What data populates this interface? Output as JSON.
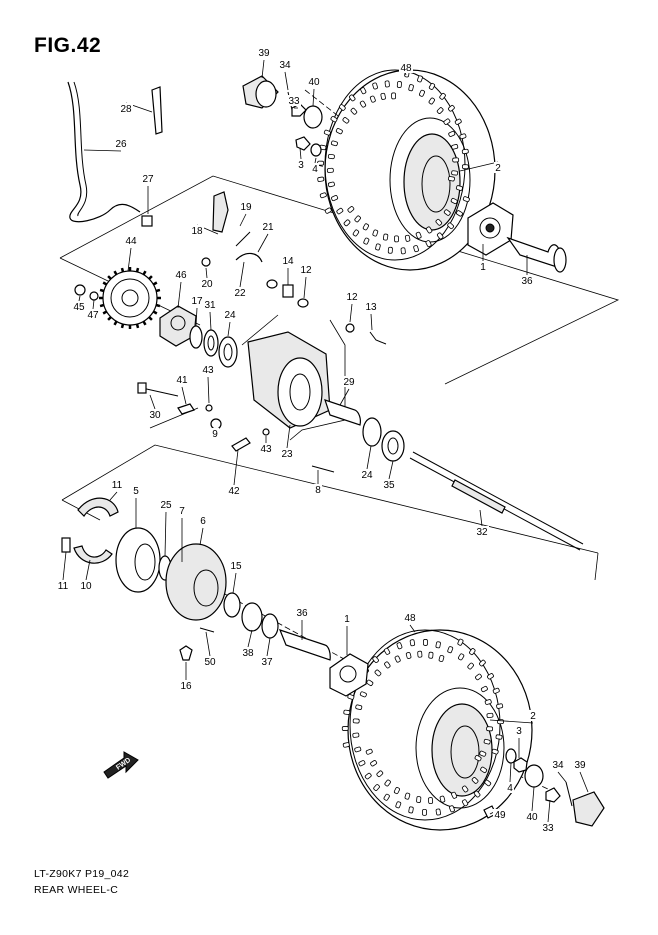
{
  "figure": {
    "title": "FIG.42",
    "model_code": "LT-Z90K7 P19_042",
    "section_name": "REAR WHEEL-C",
    "direction_marker": "FWD"
  },
  "callouts": [
    {
      "id": "c39a",
      "label": "39"
    },
    {
      "id": "c34a",
      "label": "34"
    },
    {
      "id": "c33a",
      "label": "33"
    },
    {
      "id": "c40a",
      "label": "40"
    },
    {
      "id": "c48a",
      "label": "48"
    },
    {
      "id": "c28",
      "label": "28"
    },
    {
      "id": "c26",
      "label": "26"
    },
    {
      "id": "c3a",
      "label": "3"
    },
    {
      "id": "c4a",
      "label": "4"
    },
    {
      "id": "c2a",
      "label": "2"
    },
    {
      "id": "c27",
      "label": "27"
    },
    {
      "id": "c19",
      "label": "19"
    },
    {
      "id": "c18",
      "label": "18"
    },
    {
      "id": "c21",
      "label": "21"
    },
    {
      "id": "c44",
      "label": "44"
    },
    {
      "id": "c14",
      "label": "14"
    },
    {
      "id": "c12a",
      "label": "12"
    },
    {
      "id": "c1a",
      "label": "1"
    },
    {
      "id": "c36a",
      "label": "36"
    },
    {
      "id": "c20",
      "label": "20"
    },
    {
      "id": "c22",
      "label": "22"
    },
    {
      "id": "c46",
      "label": "46"
    },
    {
      "id": "c45",
      "label": "45"
    },
    {
      "id": "c47",
      "label": "47"
    },
    {
      "id": "c17",
      "label": "17"
    },
    {
      "id": "c31",
      "label": "31"
    },
    {
      "id": "c24a",
      "label": "24"
    },
    {
      "id": "c12b",
      "label": "12"
    },
    {
      "id": "c13",
      "label": "13"
    },
    {
      "id": "c43a",
      "label": "43"
    },
    {
      "id": "c41",
      "label": "41"
    },
    {
      "id": "c30",
      "label": "30"
    },
    {
      "id": "c29",
      "label": "29"
    },
    {
      "id": "c9",
      "label": "9"
    },
    {
      "id": "c43b",
      "label": "43"
    },
    {
      "id": "c23",
      "label": "23"
    },
    {
      "id": "c24b",
      "label": "24"
    },
    {
      "id": "c35",
      "label": "35"
    },
    {
      "id": "c8",
      "label": "8"
    },
    {
      "id": "c42",
      "label": "42"
    },
    {
      "id": "c11a",
      "label": "11"
    },
    {
      "id": "c5",
      "label": "5"
    },
    {
      "id": "c25",
      "label": "25"
    },
    {
      "id": "c7",
      "label": "7"
    },
    {
      "id": "c6",
      "label": "6"
    },
    {
      "id": "c32",
      "label": "32"
    },
    {
      "id": "c11b",
      "label": "11"
    },
    {
      "id": "c10",
      "label": "10"
    },
    {
      "id": "c15",
      "label": "15"
    },
    {
      "id": "c36b",
      "label": "36"
    },
    {
      "id": "c1b",
      "label": "1"
    },
    {
      "id": "c48b",
      "label": "48"
    },
    {
      "id": "c50",
      "label": "50"
    },
    {
      "id": "c38",
      "label": "38"
    },
    {
      "id": "c37",
      "label": "37"
    },
    {
      "id": "c16",
      "label": "16"
    },
    {
      "id": "c2b",
      "label": "2"
    },
    {
      "id": "c3b",
      "label": "3"
    },
    {
      "id": "c4b",
      "label": "4"
    },
    {
      "id": "c40b",
      "label": "40"
    },
    {
      "id": "c34b",
      "label": "34"
    },
    {
      "id": "c39b",
      "label": "39"
    },
    {
      "id": "c33b",
      "label": "33"
    },
    {
      "id": "c49",
      "label": "49"
    }
  ]
}
